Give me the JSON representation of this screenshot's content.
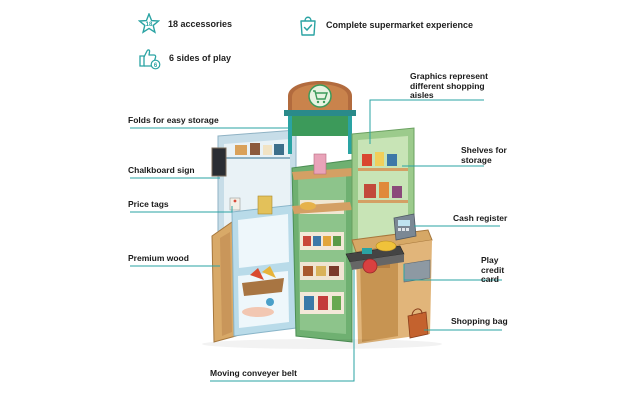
{
  "features": [
    {
      "icon": "star-badge-icon",
      "badge": "18",
      "text": "18 accessories"
    },
    {
      "icon": "shopping-bag-check-icon",
      "text": "Complete supermarket experience"
    },
    {
      "icon": "thumbs-up-badge-icon",
      "badge": "6",
      "text": "6 sides of play"
    }
  ],
  "callouts": {
    "folds": "Folds for easy storage",
    "chalkboard": "Chalkboard sign",
    "price_tags": "Price tags",
    "premium_wood": "Premium wood",
    "conveyor": "Moving conveyer belt",
    "graphics": [
      "Graphics represent",
      "different shopping",
      "aisles"
    ],
    "shelves": [
      "Shelves for",
      "storage"
    ],
    "register": "Cash register",
    "credit_card": [
      "Play",
      "credit",
      "card"
    ],
    "bag": "Shopping bag"
  },
  "colors": {
    "accent": "#2aa3a3",
    "line": "#2aa3a3"
  }
}
